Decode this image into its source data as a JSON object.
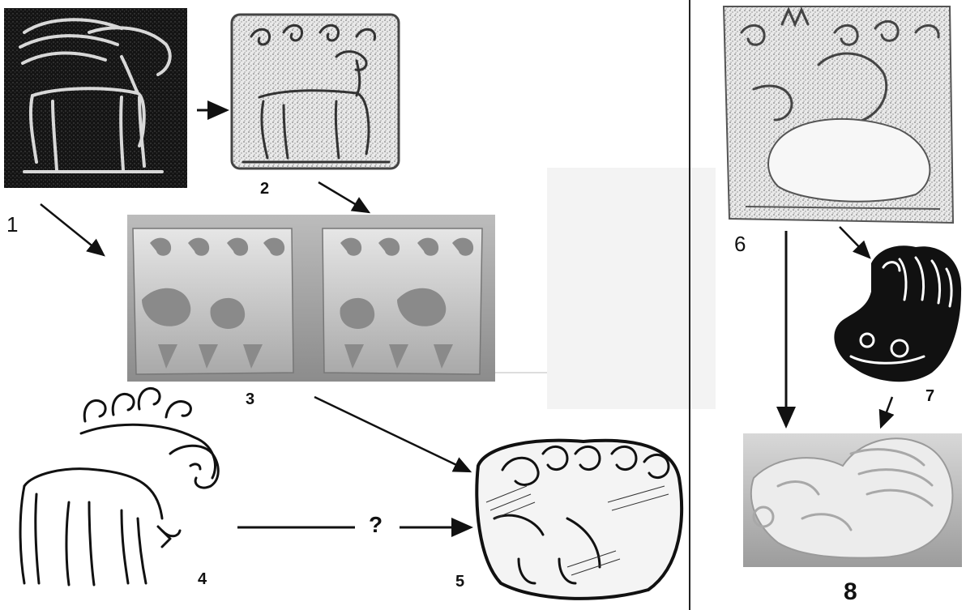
{
  "labels": {
    "l1": "1",
    "l2": "2",
    "l3": "3",
    "l4": "4",
    "l5": "5",
    "l6": "6",
    "l7": "7",
    "l8": "8",
    "question": "?"
  },
  "colors": {
    "ink": "#111111",
    "photo_bg": "#9a9a9a",
    "silver": "#d6d6d6",
    "dark_field": "#1a1a1a",
    "divider": "#222222"
  }
}
